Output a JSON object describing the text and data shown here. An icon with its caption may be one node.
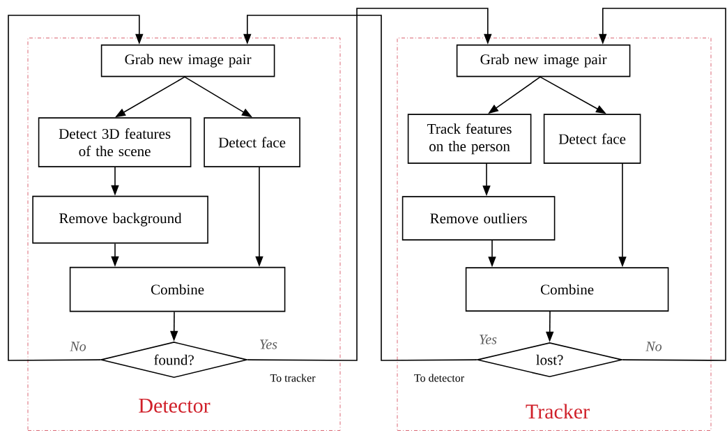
{
  "diagram": {
    "nodes": [
      {
        "text": [
          "Detector"
        ]
      },
      {
        "text": [
          "Grab new image pair"
        ],
        "in": 0
      },
      {
        "text": [
          "Detect 3D features of the scene"
        ],
        "in": 0
      },
      {
        "text": [
          "Detect face"
        ],
        "in": 0
      },
      {
        "text": [
          "Remove background"
        ],
        "in": 0
      },
      {
        "text": [
          "Combine"
        ],
        "in": 0
      },
      {
        "text": [
          "found?"
        ],
        "in": 0
      },
      {
        "text": [
          "Tracker"
        ]
      },
      {
        "text": [
          "Grab new image pair"
        ],
        "in": 7
      },
      {
        "text": [
          "Track  features on the person"
        ],
        "in": 7
      },
      {
        "text": [
          "Detect face"
        ],
        "in": 7
      },
      {
        "text": [
          "Remove outliers"
        ],
        "in": 7
      },
      {
        "text": [
          "Combine"
        ],
        "in": 7
      },
      {
        "text": [
          "lost?"
        ],
        "in": 7
      }
    ],
    "edges": [
      {
        "from": 1,
        "to": 2,
        "arrow": "to"
      },
      {
        "from": 1,
        "to": 3,
        "arrow": "to"
      },
      {
        "from": 2,
        "to": 4,
        "arrow": "to"
      },
      {
        "from": 4,
        "to": 5,
        "arrow": "to"
      },
      {
        "from": 3,
        "to": 5,
        "arrow": "to"
      },
      {
        "from": 5,
        "to": 6,
        "arrow": "to"
      },
      {
        "from": 6,
        "to": 1,
        "arrow": "to",
        "label": "No"
      },
      {
        "from": 6,
        "to": 8,
        "arrow": "to",
        "label": "Yes"
      },
      {
        "from": 8,
        "to": 9,
        "arrow": "to"
      },
      {
        "from": 8,
        "to": 10,
        "arrow": "to"
      },
      {
        "from": 9,
        "to": 11,
        "arrow": "to"
      },
      {
        "from": 11,
        "to": 12,
        "arrow": "to"
      },
      {
        "from": 10,
        "to": 12,
        "arrow": "to"
      },
      {
        "from": 12,
        "to": 13,
        "arrow": "to"
      },
      {
        "from": 13,
        "to": 1,
        "arrow": "to",
        "label": "Yes"
      },
      {
        "from": 13,
        "to": 8,
        "arrow": "to",
        "label": "No"
      }
    ],
    "labels": [
      "To tracker",
      "To detector"
    ]
  }
}
